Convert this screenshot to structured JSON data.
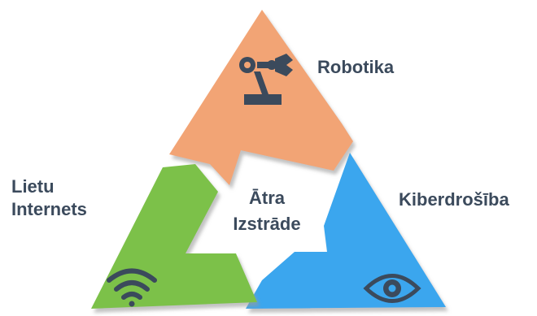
{
  "center": {
    "line1": "Ātra",
    "line2": "Izstrāde"
  },
  "segments": [
    {
      "label": "Robotika",
      "icon": "robot-arm-icon",
      "color": "#f2a474"
    },
    {
      "label": "Kiberdrošība",
      "icon": "eye-icon",
      "color": "#3aa6ee"
    },
    {
      "label_line1": "Lietu",
      "label_line2": "Internets",
      "icon": "wifi-icon",
      "color": "#7cc14a"
    }
  ],
  "colors": {
    "text": "#3b4a5c",
    "icon": "#3b4a5c",
    "shadow": "#b9b9b9"
  }
}
